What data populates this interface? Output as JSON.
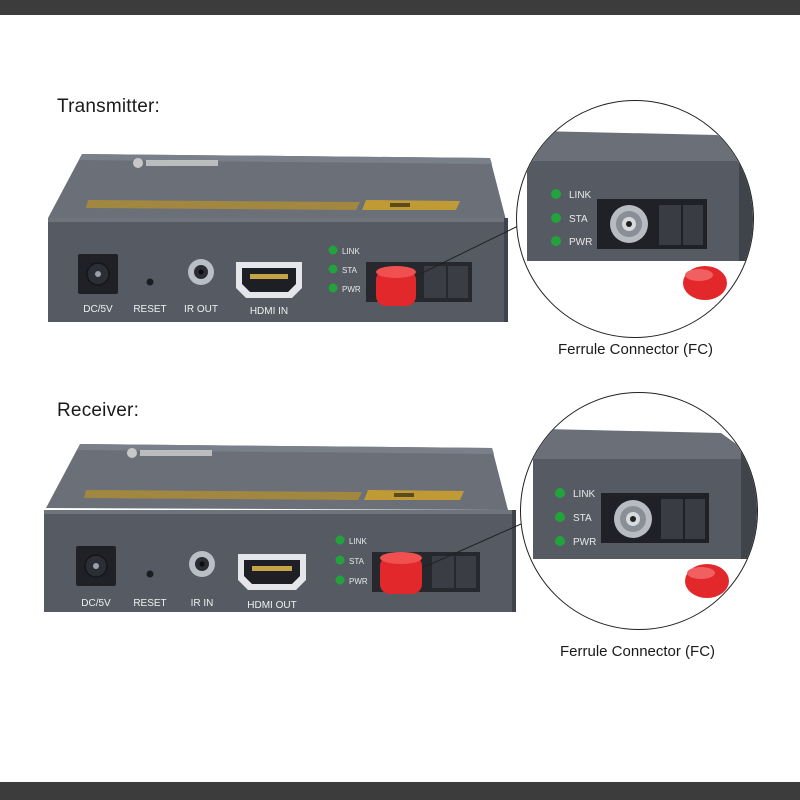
{
  "transmitter": {
    "title": "Transmitter:",
    "ports": {
      "dc": "DC/5V",
      "reset": "RESET",
      "ir": "IR OUT",
      "hdmi": "HDMI IN"
    },
    "leds": [
      "LINK",
      "STA",
      "PWR"
    ],
    "zoom_leds": [
      "LINK",
      "STA",
      "PWR"
    ],
    "caption": "Ferrule Connector (FC)"
  },
  "receiver": {
    "title": "Receiver:",
    "ports": {
      "dc": "DC/5V",
      "reset": "RESET",
      "ir": "IR IN",
      "hdmi": "HDMI OUT"
    },
    "leds": [
      "LINK",
      "STA",
      "PWR"
    ],
    "zoom_leds": [
      "LINK",
      "STA",
      "PWR"
    ],
    "caption": "Ferrule Connector (FC)"
  },
  "colors": {
    "body": "#4e535c",
    "front": "#585d66",
    "top": "#6b7079",
    "accent_gold": "#b8912e",
    "led": "#1fa33a",
    "cap": "#e0282a"
  }
}
